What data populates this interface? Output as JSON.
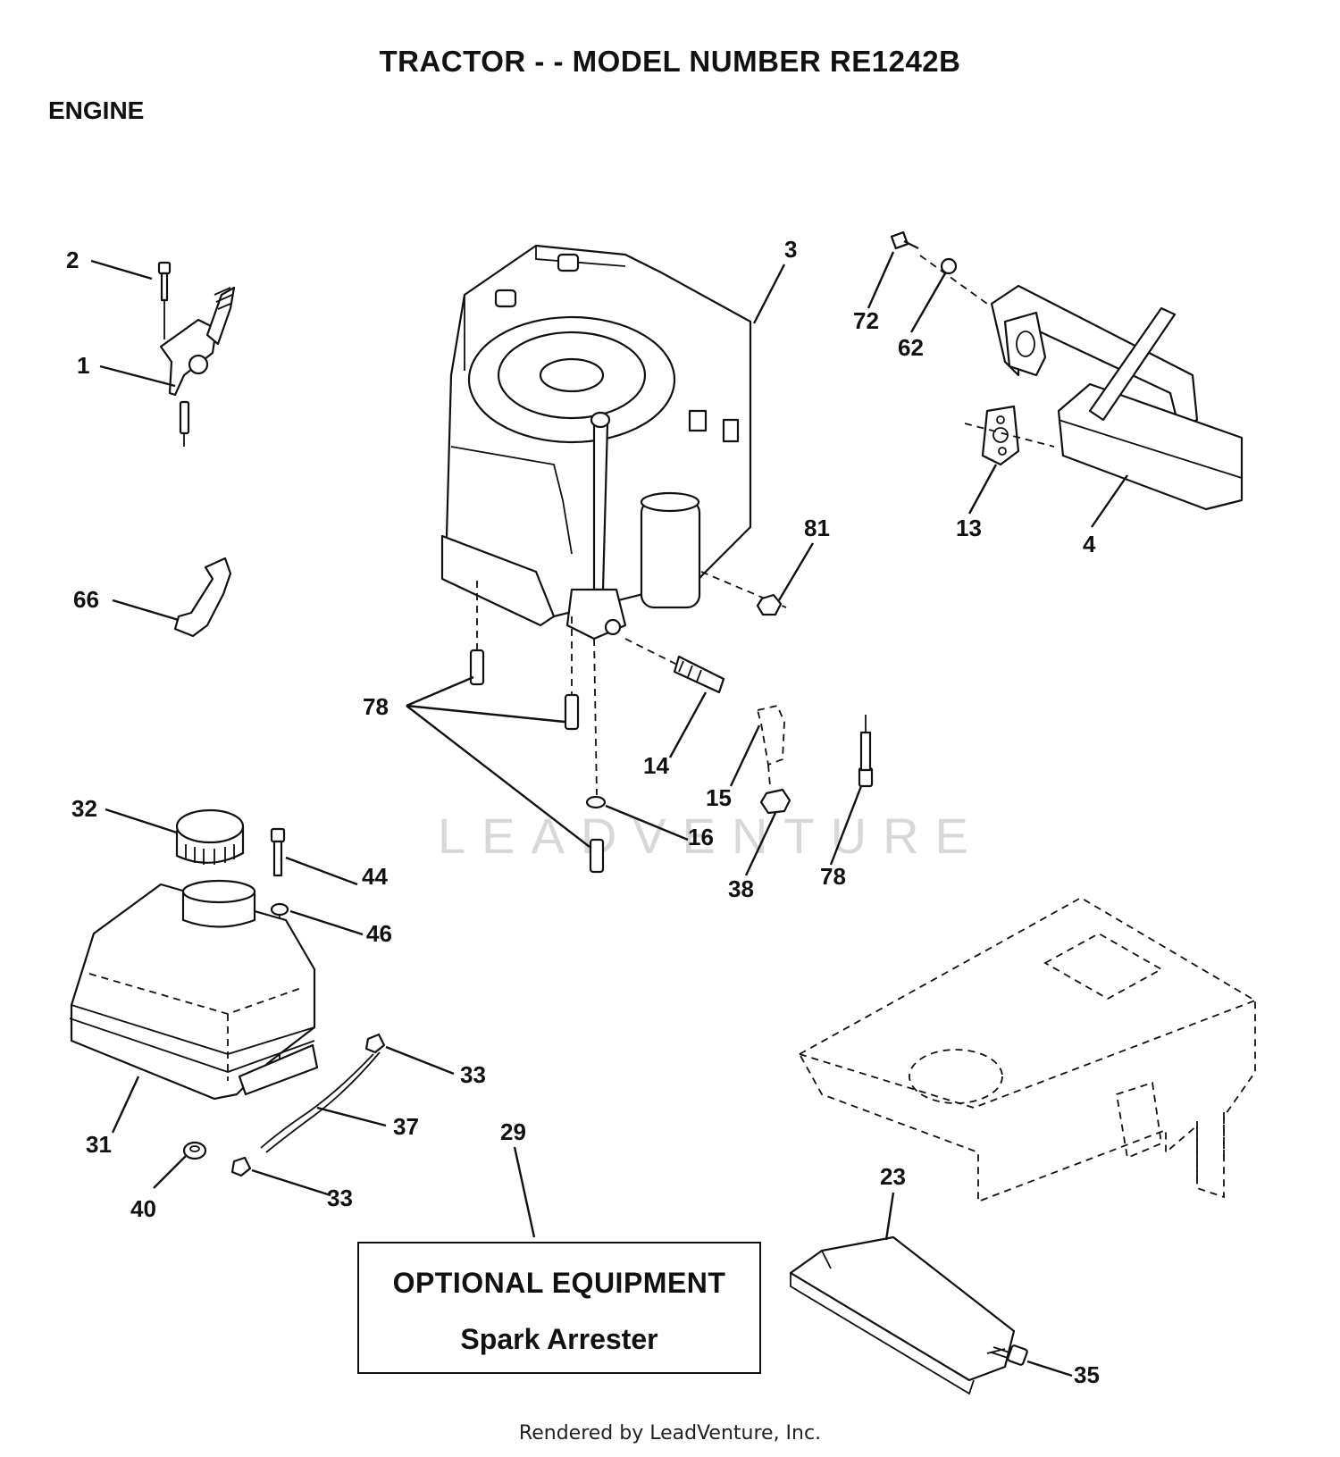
{
  "header": {
    "title": "TRACTOR - - MODEL NUMBER RE1242B",
    "section": "ENGINE"
  },
  "callouts": [
    "2",
    "1",
    "66",
    "3",
    "72",
    "62",
    "13",
    "4",
    "81",
    "78",
    "14",
    "15",
    "16",
    "38",
    "78",
    "32",
    "44",
    "46",
    "31",
    "40",
    "33",
    "37",
    "33",
    "29",
    "23",
    "35"
  ],
  "optional_equipment": {
    "title": "OPTIONAL EQUIPMENT",
    "item": "Spark Arrester"
  },
  "watermark": "LEADVENTURE",
  "footer": "Rendered by LeadVenture, Inc."
}
